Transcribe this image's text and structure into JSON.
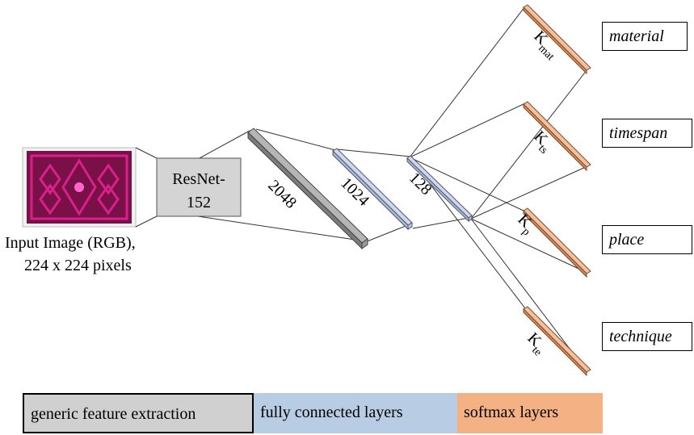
{
  "input": {
    "label_line1": "Input Image (RGB),",
    "label_line2": "224 x 224 pixels"
  },
  "resnet": {
    "line1": "ResNet-",
    "line2": "152"
  },
  "layers": {
    "l2048": "2048",
    "l1024": "1024",
    "l128": "128"
  },
  "heads": [
    {
      "k": "K",
      "sub": "mat",
      "output": "material"
    },
    {
      "k": "K",
      "sub": "ts",
      "output": "timespan"
    },
    {
      "k": "K",
      "sub": "p",
      "output": "place"
    },
    {
      "k": "K",
      "sub": "te",
      "output": "technique"
    }
  ],
  "legend": {
    "generic": "generic feature extraction",
    "fc": "fully connected layers",
    "softmax": "softmax layers"
  },
  "colors": {
    "resnet_fill": "#d4d4d4",
    "gray_layer": "#8c8c8c",
    "blue_layer": "#b8c8e6",
    "orange_layer": "#e9a47d",
    "legend_gray": "#d0d0d0",
    "legend_blue": "#b8cce4",
    "legend_orange": "#f4b183",
    "rug_base": "#7a1048",
    "rug_pattern": "#d8208a"
  }
}
